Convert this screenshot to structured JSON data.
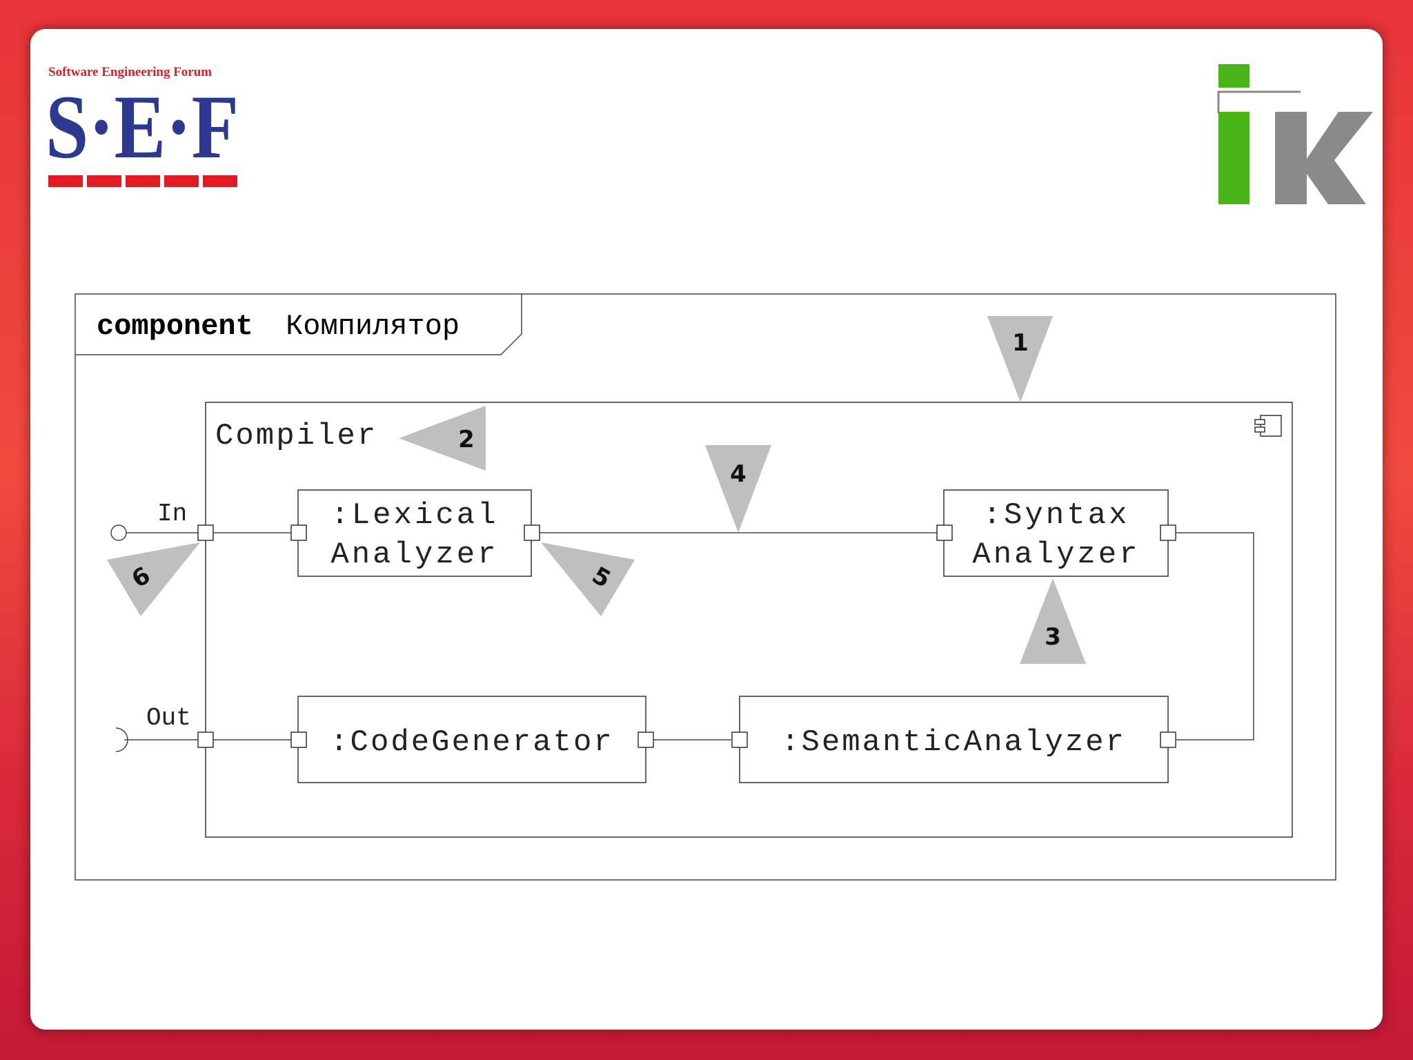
{
  "logos": {
    "sef_caption": "Software Engineering Forum",
    "sef_letters": "S·E·F",
    "ik_letters": "iK"
  },
  "frame": {
    "keyword": "component",
    "name": "Компилятор"
  },
  "component": {
    "name": "Compiler"
  },
  "parts": {
    "lexical_line1": ":Lexical",
    "lexical_line2": "Analyzer",
    "syntax_line1": ":Syntax",
    "syntax_line2": "Analyzer",
    "code_generator": ":CodeGenerator",
    "semantic_analyzer": ":SemanticAnalyzer"
  },
  "ports": {
    "in_label": "In",
    "out_label": "Out"
  },
  "markers": [
    "1",
    "2",
    "3",
    "4",
    "5",
    "6"
  ],
  "colors": {
    "background": "#e8343a",
    "marker_fill": "#bfbfc2",
    "sef_blue": "#2b3990",
    "sef_red": "#e31b23",
    "ik_green": "#4ab516",
    "ik_gray": "#8a8a8a"
  }
}
